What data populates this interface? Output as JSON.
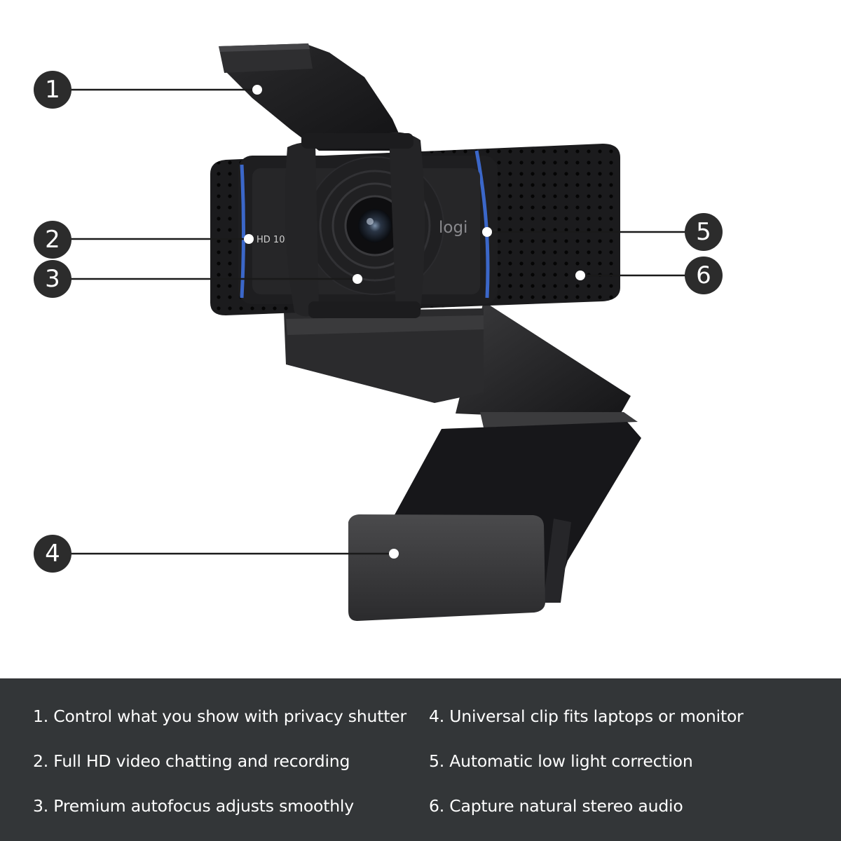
{
  "callouts": [
    {
      "number": "1"
    },
    {
      "number": "2"
    },
    {
      "number": "3"
    },
    {
      "number": "4"
    },
    {
      "number": "5"
    },
    {
      "number": "6"
    }
  ],
  "webcam": {
    "printed_text": {
      "model": "HD 10",
      "brand": "logi"
    }
  },
  "features": [
    {
      "text": "1. Control what you show with privacy shutter"
    },
    {
      "text": "2. Full HD video chatting and recording"
    },
    {
      "text": "3. Premium autofocus adjusts smoothly"
    },
    {
      "text": "4. Universal clip fits laptops or monitor"
    },
    {
      "text": "5. Automatic low light correction"
    },
    {
      "text": "6. Capture natural stereo audio"
    }
  ],
  "colors": {
    "background": "#ffffff",
    "footer": "#333638",
    "callout": "#2c2c2c",
    "accent_blue": "#3b67c9",
    "body": "#1c1c1e"
  }
}
